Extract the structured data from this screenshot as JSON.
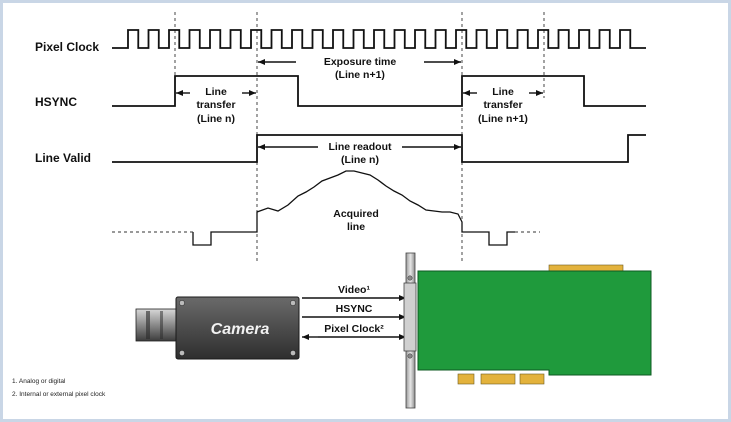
{
  "signals": {
    "pixel_clock": "Pixel Clock",
    "hsync": "HSYNC",
    "line_valid": "Line Valid"
  },
  "annotations": {
    "exposure_1": "Exposure time",
    "exposure_2": "(Line n+1)",
    "transfer_a_1": "Line",
    "transfer_a_2": "transfer",
    "transfer_a_3": "(Line n)",
    "transfer_b_1": "Line",
    "transfer_b_2": "transfer",
    "transfer_b_3": "(Line n+1)",
    "readout_1": "Line readout",
    "readout_2": "(Line n)",
    "acquired_1": "Acquired",
    "acquired_2": "line"
  },
  "hardware": {
    "camera": "Camera",
    "video": "Video¹",
    "hsync": "HSYNC",
    "pixel_clock": "Pixel Clock²"
  },
  "footnotes": {
    "n1": "1. Analog or digital",
    "n2": "2. Internal or external pixel clock"
  },
  "colors": {
    "board": "#1f9a3c",
    "gold": "#e3b23c",
    "camera_body": "#4a4a4a",
    "frame": "#c9d6e6"
  }
}
